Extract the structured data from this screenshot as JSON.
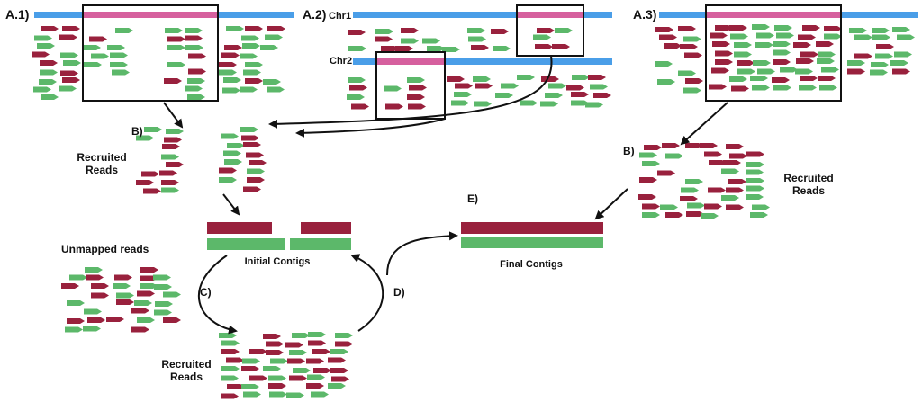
{
  "labels": {
    "a1": "A.1)",
    "a2": "A.2)",
    "a3": "A.3)",
    "chr1": "Chr1",
    "chr2": "Chr2",
    "b_left": "B)",
    "b_right": "B)",
    "recruited_reads_left": "Recruited\nReads",
    "recruited_reads_right": "Recruited\nReads",
    "recruited_reads_bottom": "Recruited\nReads",
    "unmapped_reads": "Unmapped reads",
    "initial_contigs": "Initial Contigs",
    "final_contigs": "Final Contigs",
    "c": "C)",
    "d": "D)",
    "e": "E)"
  },
  "colors": {
    "reference": "#4a9ee8",
    "region": "#d6609e",
    "read_maroon": "#99213d",
    "read_green": "#5cb86a",
    "outline": "#111111"
  }
}
